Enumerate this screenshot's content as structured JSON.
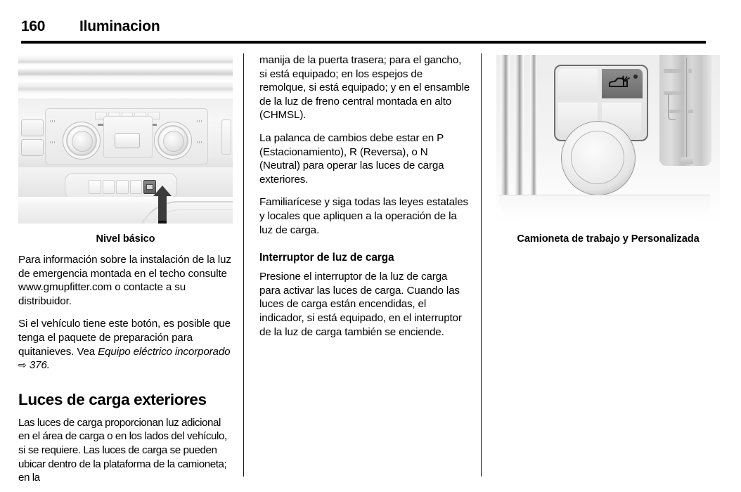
{
  "header": {
    "page_number": "160",
    "section_title": "Iluminacion"
  },
  "figures": {
    "left": {
      "caption": "Nivel básico",
      "alt_name": "dashboard-center-console-illustration",
      "callout_icon": "up-arrow-icon"
    },
    "right": {
      "caption": "Camioneta de trabajo y Personalizada",
      "alt_name": "door-switch-panel-illustration",
      "switch_icon": "cargo-lamp-icon"
    }
  },
  "columns": {
    "left": {
      "paragraphs": [
        "Para información sobre la instalación de la luz de emergencia montada en el techo consulte www.gmupfitter.com o contacte a su distribuidor.",
        "Si el vehículo tiene este botón, es posible que tenga el paquete de preparación para quitanieves. Vea "
      ],
      "cross_reference": {
        "title": "Equipo eléctrico incorporado",
        "arrow": "⇨",
        "page": "376."
      },
      "heading": "Luces de carga exteriores",
      "heading_paragraph": "Las luces de carga proporcionan luz adicional en el área de carga o en los lados del vehículo, si se requiere. Las luces de carga se pueden ubicar dentro de la plataforma de la camioneta; en la"
    },
    "middle": {
      "paragraphs": [
        "manija de la puerta trasera; para el gancho, si está equipado; en los espejos de remolque, si está equipado; y en el ensamble de la luz de freno central montada en alto (CHMSL).",
        "La palanca de cambios debe estar en P (Estacionamiento), R (Reversa), o N (Neutral) para operar las luces de carga exteriores.",
        "Familiarícese y siga todas las leyes estatales y locales que apliquen a la operación de la luz de carga."
      ],
      "subheading": "Interruptor de luz de carga",
      "subheading_paragraph": "Presione el interruptor de la luz de carga para activar las luces de carga. Cuando las luces de carga están encendidas, el indicador, si está equipado, en el interruptor de la luz de carga también se enciende."
    }
  },
  "colors": {
    "text": "#000000",
    "rule": "#000000",
    "divider": "#1a1a1a",
    "page_background": "#ffffff",
    "arrow_callout": "#3b3b3b"
  }
}
